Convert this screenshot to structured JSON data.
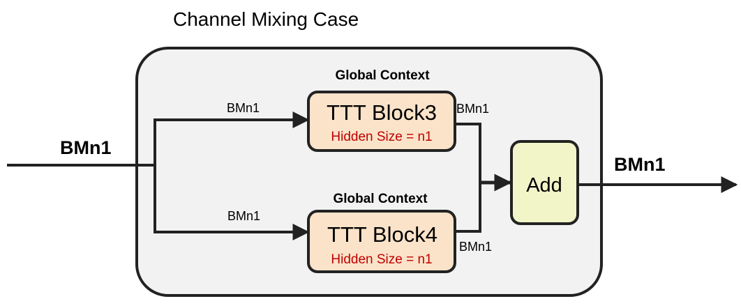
{
  "title": "Channel Mixing Case",
  "input_label": "BMn1",
  "output_label": "BMn1",
  "blocks": [
    {
      "context": "Global Context",
      "name": "TTT Block3",
      "hidden": "Hidden Size = n1",
      "in_label": "BMn1",
      "out_label": "BMn1"
    },
    {
      "context": "Global Context",
      "name": "TTT Block4",
      "hidden": "Hidden Size = n1",
      "in_label": "BMn1",
      "out_label": "BMn1"
    }
  ],
  "add_label": "Add",
  "colors": {
    "container_fill": "#f2f2f2",
    "block_fill": "#fae3c9",
    "add_fill": "#f2f5c8",
    "hidden_text": "#c00000",
    "stroke": "#222222"
  }
}
